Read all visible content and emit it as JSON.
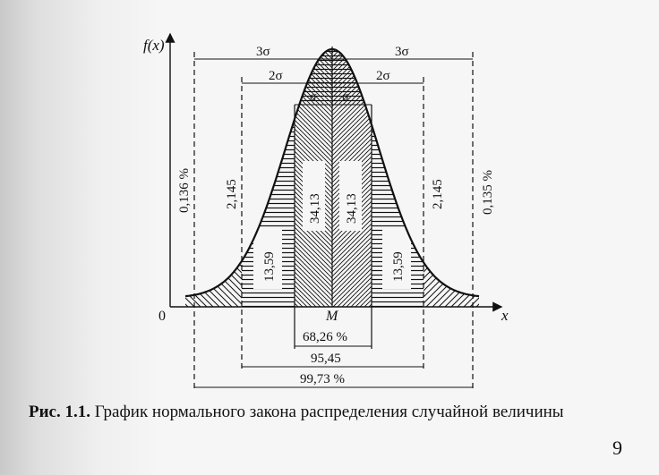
{
  "figure": {
    "y_axis_label": "f(x)",
    "x_axis_label": "x",
    "origin_label": "0",
    "mean_label": "M",
    "sigma_labels": {
      "left_3": "3σ",
      "right_3": "3σ",
      "left_2": "2σ",
      "right_2": "2σ",
      "left_1": "σ",
      "right_1": "σ"
    },
    "region_labels": {
      "left_tail": "0,136 %",
      "right_tail": "0,135 %",
      "left_2_3": "2,145",
      "right_2_3": "2,145",
      "left_1_2": "13,59",
      "right_1_2": "13,59",
      "left_0_1": "34,13",
      "right_0_1": "34,13"
    },
    "bottom_spans": {
      "one_sigma": "68,26 %",
      "two_sigma": "95,45",
      "three_sigma": "99,73 %"
    }
  },
  "caption": {
    "label": "Рис. 1.1.",
    "text": "График нормального закона распределения случайной величины"
  },
  "page_number": "9"
}
